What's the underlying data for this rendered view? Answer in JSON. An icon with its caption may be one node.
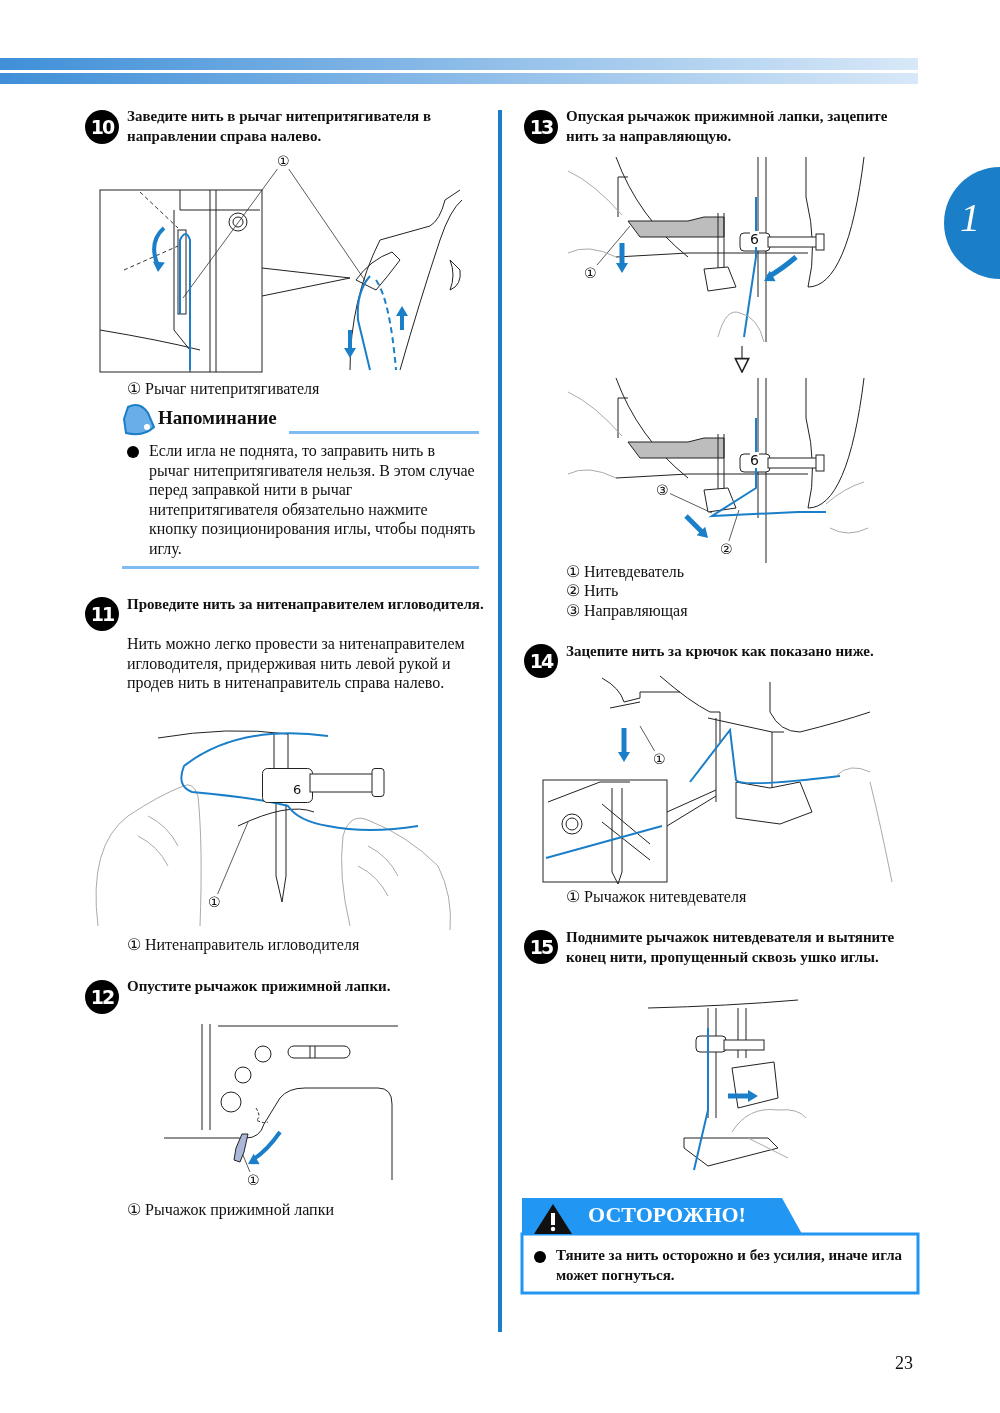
{
  "diagram": {
    "nodes": [
      {
        "text": [
          "①"
        ]
      },
      {
        "text": [
          "①"
        ]
      },
      {
        "text": [
          "①"
        ]
      },
      {
        "text": [],
        "shape": "picture"
      },
      {
        "text": [
          "①"
        ],
        "in": 3
      },
      {
        "text": [],
        "shape": "picture"
      },
      {
        "text": [
          "③"
        ],
        "in": 5
      },
      {
        "text": [
          "②"
        ],
        "in": 5
      },
      {
        "text": [
          "①"
        ]
      }
    ],
    "edges": [
      {
        "from": 0,
        "to": null,
        "arrow": "none"
      },
      {
        "from": 0,
        "to": null,
        "arrow": "none"
      },
      {
        "from": 1,
        "to": null,
        "arrow": "none"
      },
      {
        "from": 2,
        "to": null,
        "arrow": "none"
      },
      {
        "from": 3,
        "to": 5,
        "arrow": "to"
      },
      {
        "from": 4,
        "to": null,
        "arrow": "none"
      },
      {
        "from": 6,
        "to": null,
        "arrow": "none"
      },
      {
        "from": 7,
        "to": null,
        "arrow": "none"
      },
      {
        "from": 8,
        "to": null,
        "arrow": "none"
      }
    ],
    "labels": [
      "10",
      "Заведите нить в рычаг нитепритягивателя в направлении справа налево.",
      "① Рычаг нитепритягивателя",
      "Напоминание",
      "Если игла не поднята, то заправить нить в рычаг нитепритягивателя нельзя. В этом случае перед заправкой нити в рычаг нитепритягивателя обязательно нажмите кнопку позиционирования иглы, чтобы поднять иглу.",
      "11",
      "Проведите нить за нитенаправителем игловодителя.",
      "Нить можно легко провести за нитенаправителем игловодителя, придерживая нить левой рукой и продев нить в нитенаправитель справа налево.",
      "6",
      "① Нитенаправитель игловодителя",
      "12",
      "Опустите рычажок прижимной лапки.",
      "① Рычажок прижимной лапки",
      "13",
      "Опуская рычажок прижимной лапки, зацепите нить за направляющую.",
      "6",
      "6",
      "① Нитевдеватель",
      "② Нить",
      "③ Направляющая",
      "14",
      "Зацепите нить за крючок как показано ниже.",
      "① Рычажок нитевдевателя",
      "15",
      "Поднимите рычажок нитевдевателя и вытяните конец нити, пропущенный сквозь ушко иглы.",
      "ОСТОРОЖНО!",
      "Тяните за нить осторожно и без усилия, иначе игла может погнуться.",
      "1",
      "23"
    ]
  }
}
